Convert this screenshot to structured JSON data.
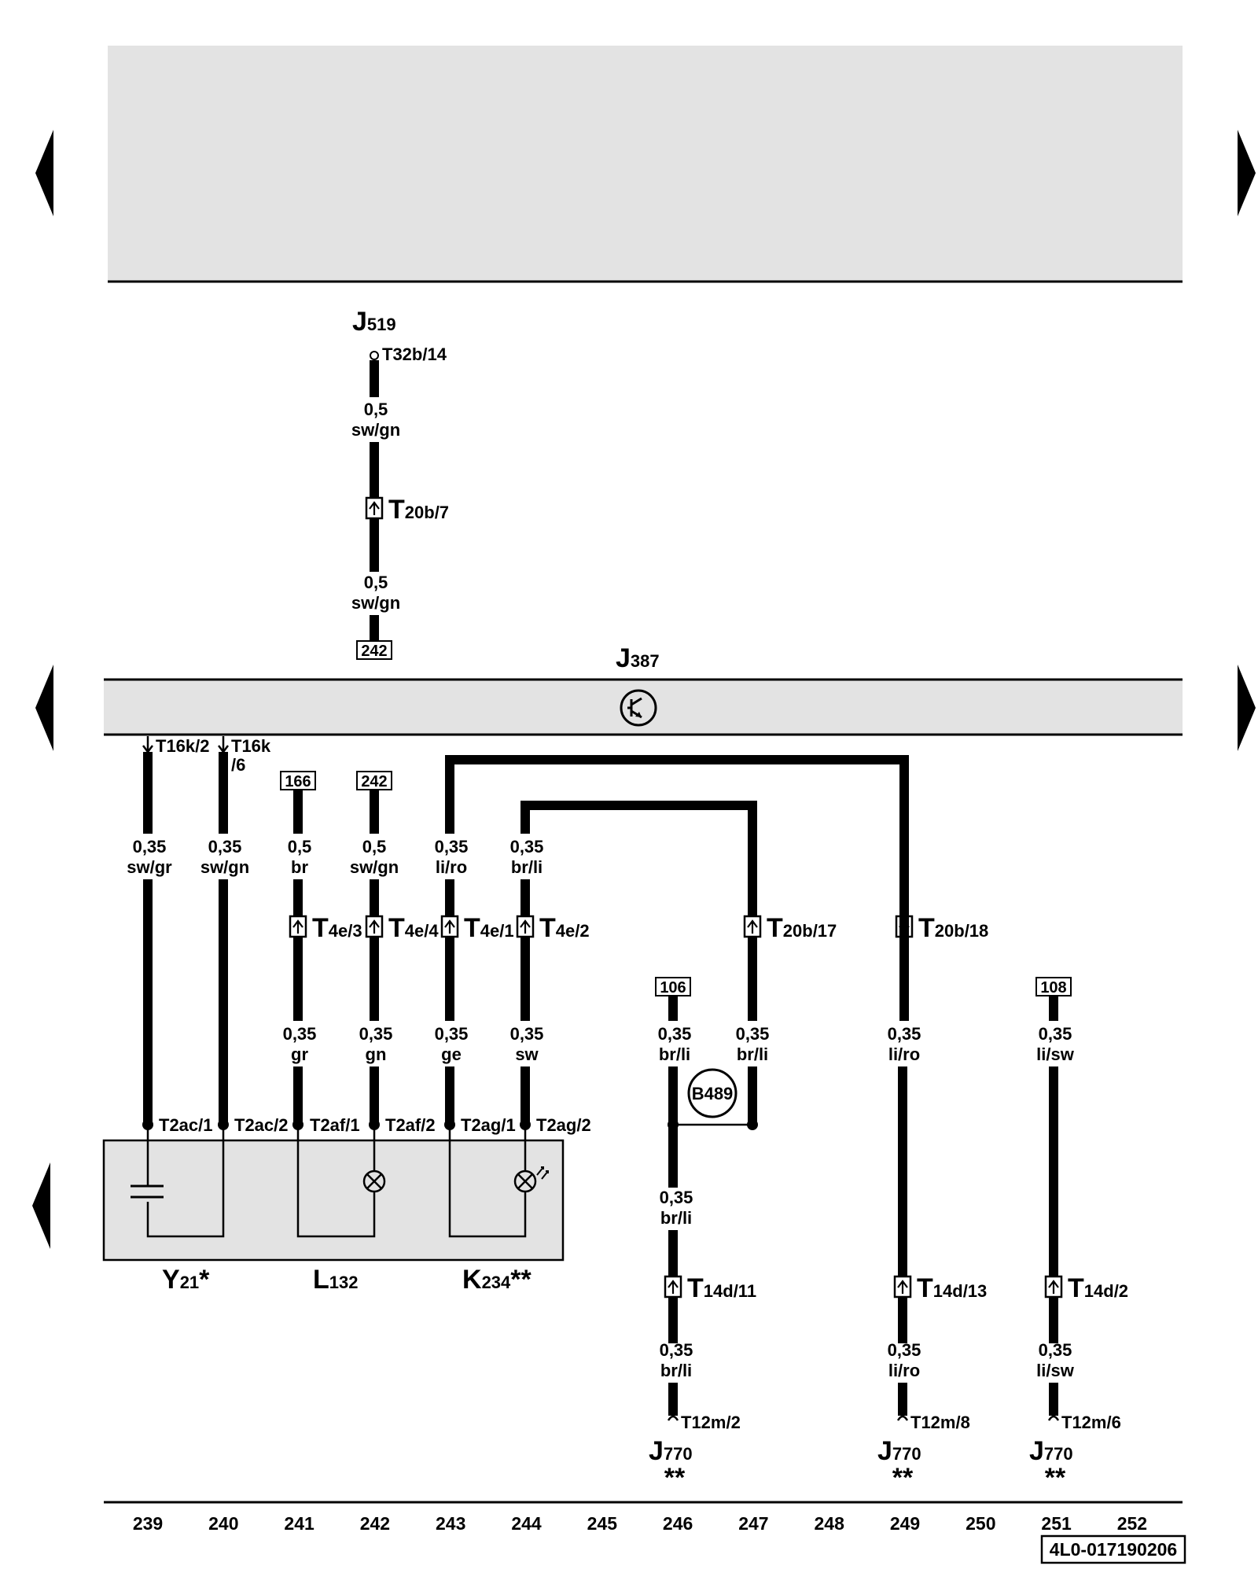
{
  "components": {
    "j519": {
      "letter": "J",
      "sub": "519"
    },
    "j387": {
      "letter": "J",
      "sub": "387"
    },
    "y21": {
      "letter": "Y",
      "sub": "21",
      "suffix": "*"
    },
    "l132": {
      "letter": "L",
      "sub": "132"
    },
    "k234": {
      "letter": "K",
      "sub": "234",
      "suffix": "**"
    },
    "j770_a": {
      "letter": "J",
      "sub": "770",
      "note": "**"
    },
    "j770_b": {
      "letter": "J",
      "sub": "770",
      "note": "**"
    },
    "j770_c": {
      "letter": "J",
      "sub": "770",
      "note": "**"
    },
    "b489": "B489"
  },
  "pins": {
    "t32b_14": "T32b/14",
    "t16k_2": "T16k/2",
    "t16k_6_a": "T16k",
    "t16k_6_b": "/6",
    "t2ac_1": "T2ac/1",
    "t2ac_2": "T2ac/2",
    "t2af_1": "T2af/1",
    "t2af_2": "T2af/2",
    "t2ag_1": "T2ag/1",
    "t2ag_2": "T2ag/2",
    "t12m_2": "T12m/2",
    "t12m_8": "T12m/8",
    "t12m_6": "T12m/6"
  },
  "connectors": {
    "t20b_7": {
      "letter": "T",
      "sub": "20b/7"
    },
    "t4e_3": {
      "letter": "T",
      "sub": "4e/3"
    },
    "t4e_4": {
      "letter": "T",
      "sub": "4e/4"
    },
    "t4e_1": {
      "letter": "T",
      "sub": "4e/1"
    },
    "t4e_2": {
      "letter": "T",
      "sub": "4e/2"
    },
    "t20b_17": {
      "letter": "T",
      "sub": "20b/17"
    },
    "t20b_18": {
      "letter": "T",
      "sub": "20b/18"
    },
    "t14d_11": {
      "letter": "T",
      "sub": "14d/11"
    },
    "t14d_13": {
      "letter": "T",
      "sub": "14d/13"
    },
    "t14d_2": {
      "letter": "T",
      "sub": "14d/2"
    }
  },
  "references": {
    "r242_top": "242",
    "r166": "166",
    "r242_mid": "242",
    "r106": "106",
    "r108": "108"
  },
  "wires": {
    "w1_top": {
      "size": "0,5",
      "color": "sw/gn"
    },
    "w1_bot": {
      "size": "0,5",
      "color": "sw/gn"
    },
    "w239": {
      "size": "0,35",
      "color": "sw/gr"
    },
    "w240": {
      "size": "0,35",
      "color": "sw/gn"
    },
    "w241_top": {
      "size": "0,5",
      "color": "br"
    },
    "w242_top": {
      "size": "0,5",
      "color": "sw/gn"
    },
    "w243_top": {
      "size": "0,35",
      "color": "li/ro"
    },
    "w244_top": {
      "size": "0,35",
      "color": "br/li"
    },
    "w241_bot": {
      "size": "0,35",
      "color": "gr"
    },
    "w242_bot": {
      "size": "0,35",
      "color": "gn"
    },
    "w243_bot": {
      "size": "0,35",
      "color": "ge"
    },
    "w244_bot": {
      "size": "0,35",
      "color": "sw"
    },
    "w246_top": {
      "size": "0,35",
      "color": "br/li"
    },
    "w247": {
      "size": "0,35",
      "color": "br/li"
    },
    "w249_top": {
      "size": "0,35",
      "color": "li/ro"
    },
    "w251_top": {
      "size": "0,35",
      "color": "li/sw"
    },
    "w246_mid": {
      "size": "0,35",
      "color": "br/li"
    },
    "w246_bot": {
      "size": "0,35",
      "color": "br/li"
    },
    "w249_bot": {
      "size": "0,35",
      "color": "li/ro"
    },
    "w251_bot": {
      "size": "0,35",
      "color": "li/sw"
    }
  },
  "columns": [
    "239",
    "240",
    "241",
    "242",
    "243",
    "244",
    "245",
    "246",
    "247",
    "248",
    "249",
    "250",
    "251",
    "252"
  ],
  "document_id": "4L0-017190206",
  "colors": {
    "panel": "#e3e3e3",
    "line": "#000000"
  }
}
